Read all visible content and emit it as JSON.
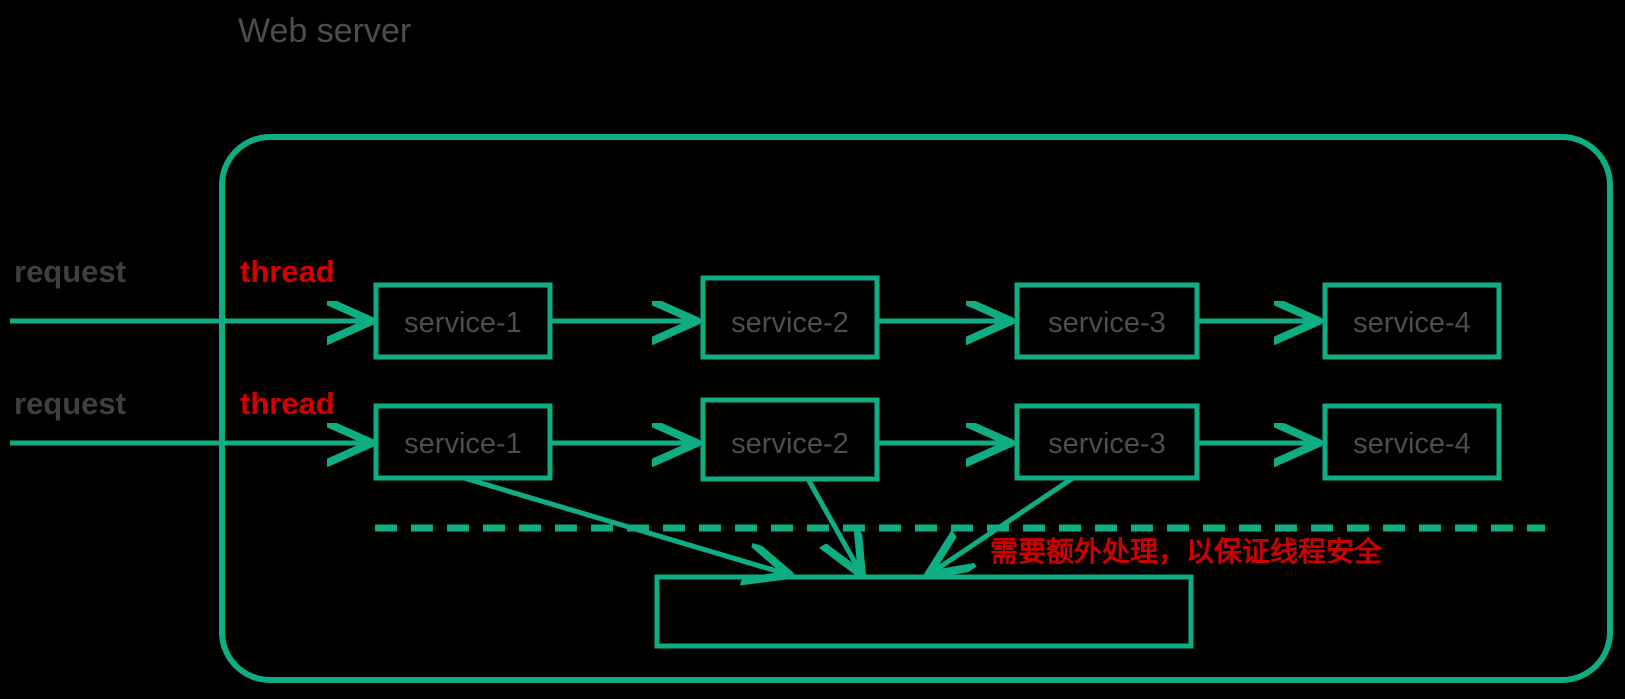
{
  "diagram": {
    "title": "Web server",
    "accent_color": "#10ad84",
    "label_color": "#4d4d4d",
    "alert_color": "#d40000",
    "background": "#000000",
    "note": "需要额外处理，以保证线程安全",
    "rows": [
      {
        "request_label": "request",
        "thread_label": "thread",
        "services": [
          "service-1",
          "service-2",
          "service-3",
          "service-4"
        ]
      },
      {
        "request_label": "request",
        "thread_label": "thread",
        "services": [
          "service-1",
          "service-2",
          "service-3",
          "service-4"
        ]
      }
    ],
    "shared_resource": {
      "label": ""
    }
  }
}
